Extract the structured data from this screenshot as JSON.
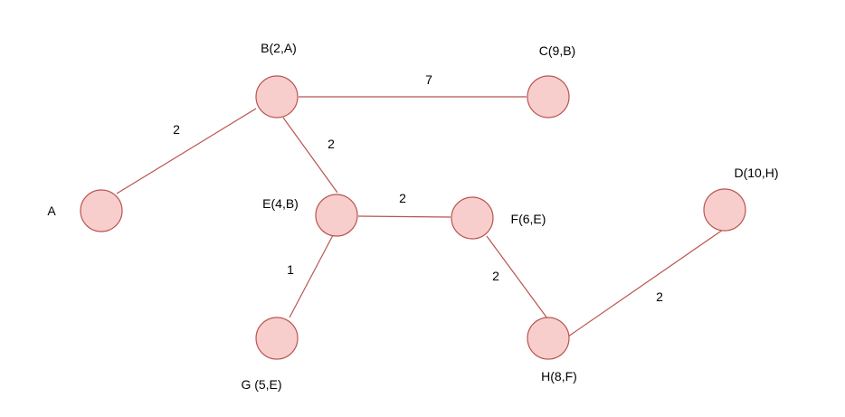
{
  "colors": {
    "node_fill": "#f8cecc",
    "node_stroke": "#b85450",
    "edge_stroke": "#b85450",
    "text": "#000000",
    "background": "#ffffff"
  },
  "nodes": [
    {
      "id": "A",
      "label": "A"
    },
    {
      "id": "B",
      "label": "B(2,A)"
    },
    {
      "id": "C",
      "label": "C(9,B)"
    },
    {
      "id": "E",
      "label": "E(4,B)"
    },
    {
      "id": "F",
      "label": "F(6,E)"
    },
    {
      "id": "D",
      "label": "D(10,H)"
    },
    {
      "id": "G",
      "label": "G (5,E)"
    },
    {
      "id": "H",
      "label": "H(8,F)"
    }
  ],
  "edges": [
    {
      "from": "A",
      "to": "B",
      "weight": "2"
    },
    {
      "from": "B",
      "to": "C",
      "weight": "7"
    },
    {
      "from": "B",
      "to": "E",
      "weight": "2"
    },
    {
      "from": "E",
      "to": "F",
      "weight": "2"
    },
    {
      "from": "E",
      "to": "G",
      "weight": "1"
    },
    {
      "from": "F",
      "to": "H",
      "weight": "2"
    },
    {
      "from": "H",
      "to": "D",
      "weight": "2"
    }
  ]
}
